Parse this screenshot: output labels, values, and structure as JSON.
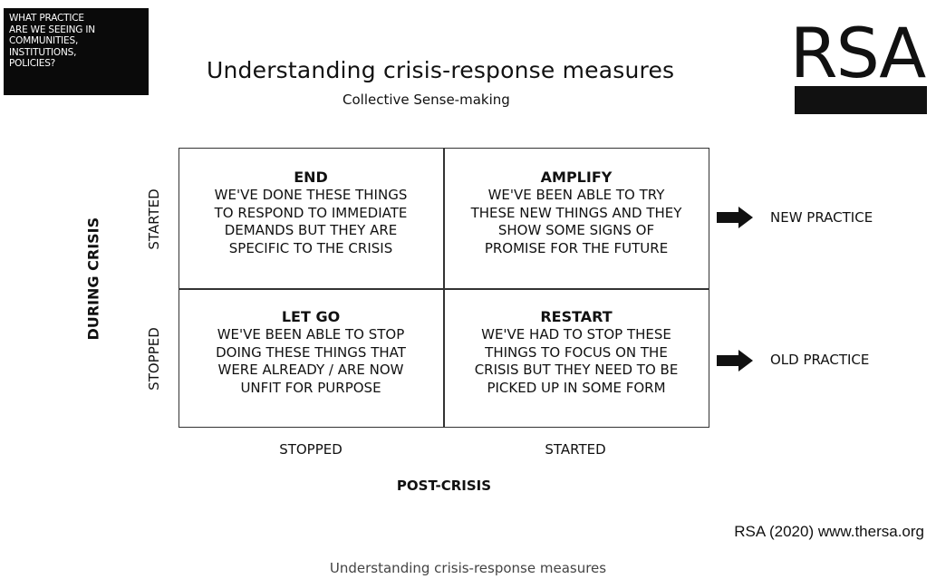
{
  "corner_box": {
    "lines": [
      "WHAT PRACTICE",
      "ARE WE SEEING IN",
      "COMMUNITIES,",
      "INSTITUTIONS,",
      "POLICIES?"
    ]
  },
  "header": {
    "title": "Understanding crisis-response measures",
    "subtitle": "Collective Sense-making",
    "logo_text": "RSA"
  },
  "matrix": {
    "y_axis_label": "DURING CRISIS",
    "x_axis_label": "POST-CRISIS",
    "row_labels": [
      "STARTED",
      "STOPPED"
    ],
    "column_labels": [
      "STOPPED",
      "STARTED"
    ],
    "cells": [
      {
        "heading": "END",
        "lines": [
          "WE'VE DONE THESE THINGS",
          "TO RESPOND TO IMMEDIATE",
          "DEMANDS BUT THEY ARE",
          "SPECIFIC TO THE CRISIS"
        ]
      },
      {
        "heading": "AMPLIFY",
        "lines": [
          "WE'VE BEEN ABLE TO TRY",
          "THESE NEW THINGS AND THEY",
          "SHOW SOME SIGNS OF",
          "PROMISE FOR THE FUTURE"
        ]
      },
      {
        "heading": "LET GO",
        "lines": [
          "WE'VE BEEN ABLE TO STOP",
          "DOING THESE THINGS THAT",
          "WERE ALREADY / ARE NOW",
          "UNFIT FOR PURPOSE"
        ]
      },
      {
        "heading": "RESTART",
        "lines": [
          "WE'VE HAD TO STOP THESE",
          "THINGS TO FOCUS ON THE",
          "CRISIS BUT THEY NEED TO BE",
          "PICKED UP IN SOME FORM"
        ]
      }
    ],
    "outcomes": [
      "NEW PRACTICE",
      "OLD PRACTICE"
    ]
  },
  "source": "RSA (2020) www.thersa.org",
  "caption": "Understanding crisis-response measures",
  "colors": {
    "box": "#0a0a0a",
    "text": "#111111",
    "border": "#333333"
  },
  "icons": [
    "right-arrow-icon"
  ]
}
